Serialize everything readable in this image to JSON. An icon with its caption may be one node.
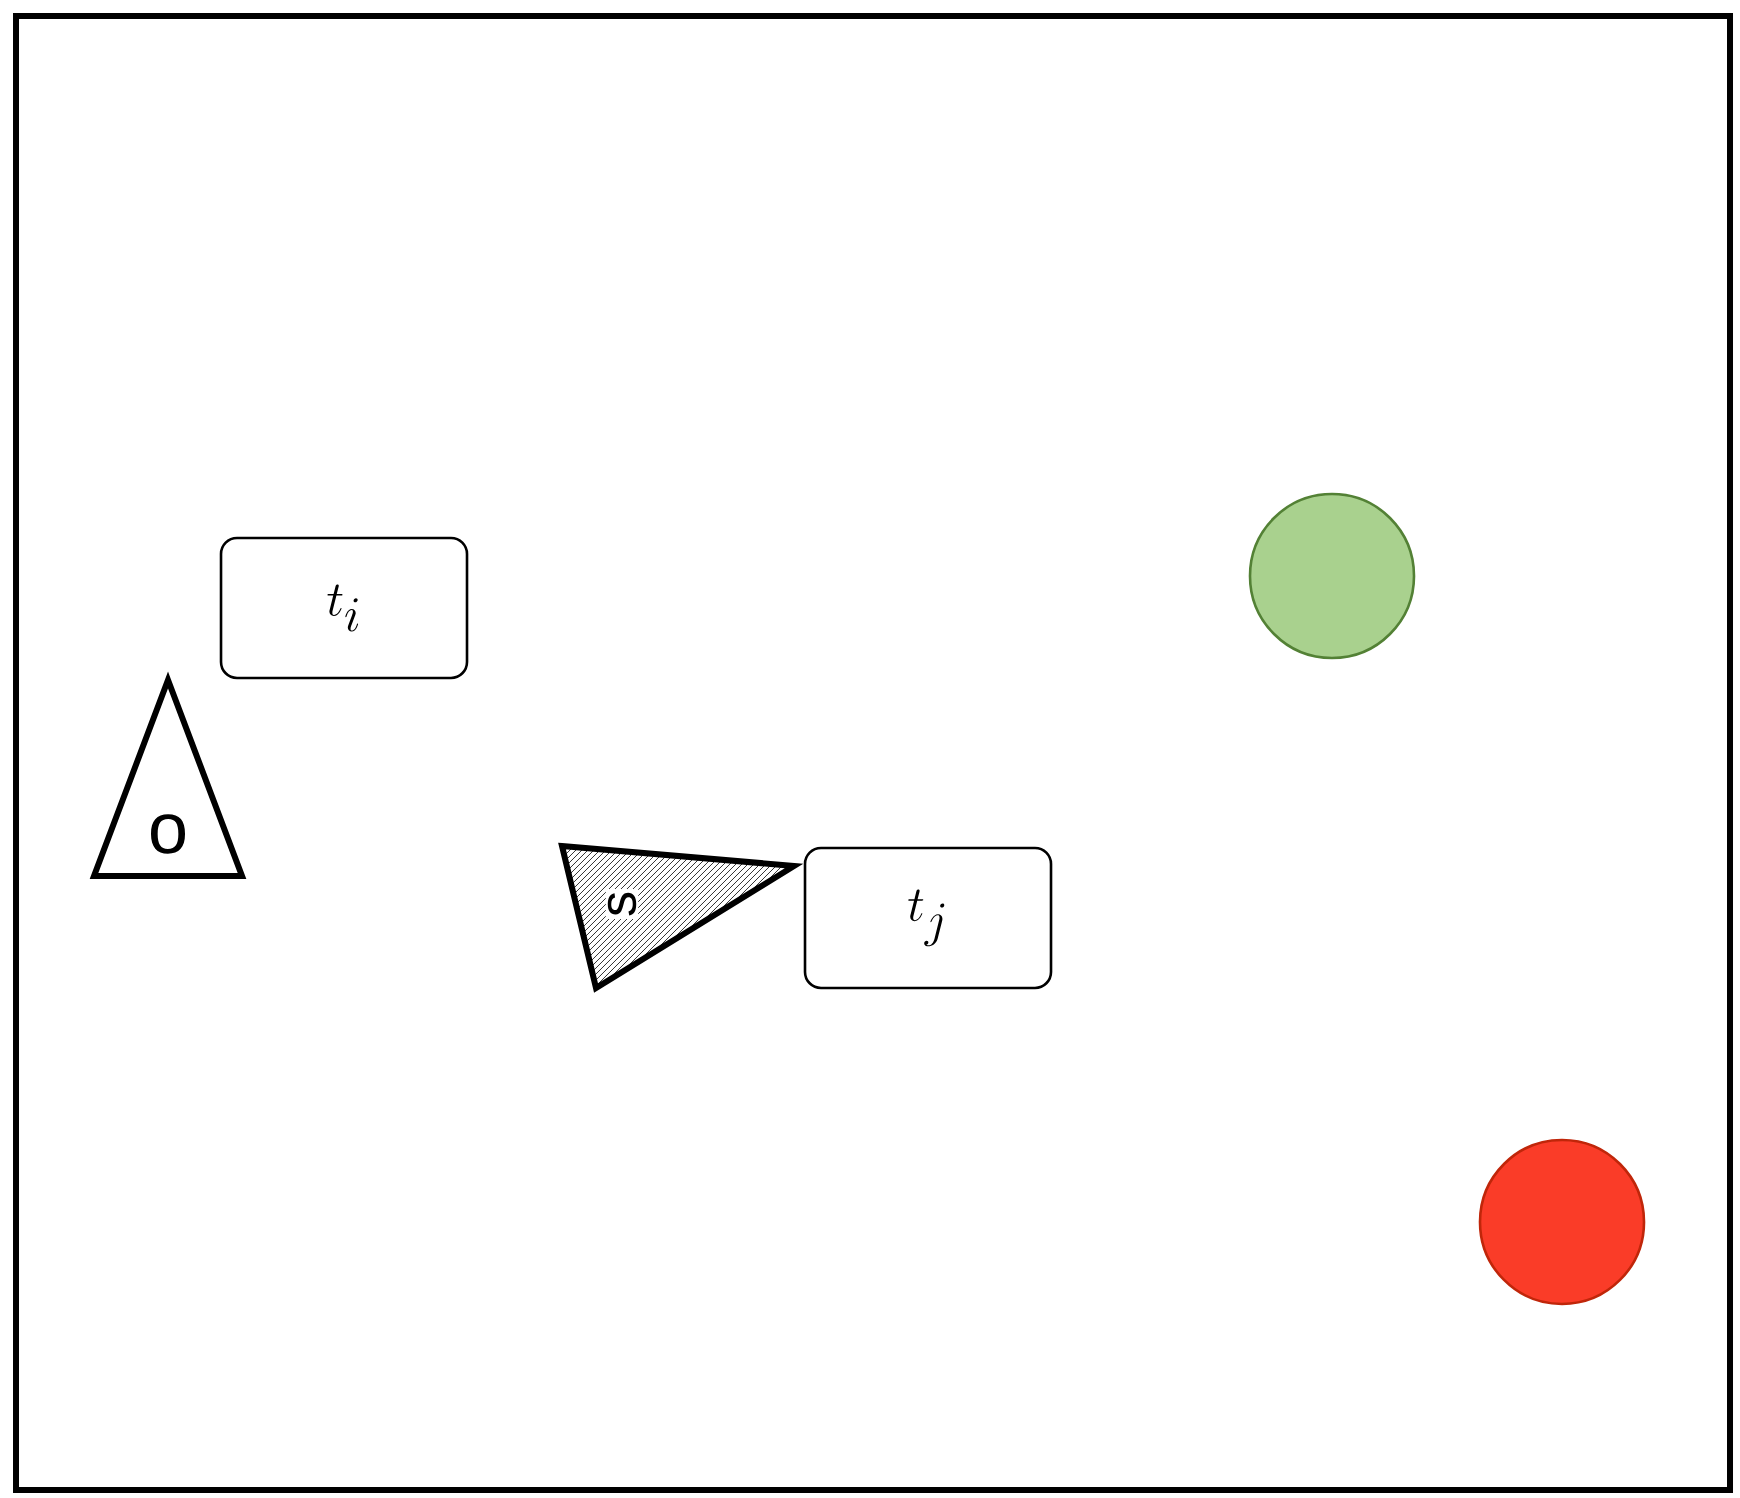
{
  "diagram": {
    "nodes": [
      {
        "text": [
          "t_i"
        ]
      },
      {
        "text": [
          "o"
        ]
      },
      {
        "text": [
          "s"
        ]
      },
      {
        "text": [
          "t_j"
        ]
      },
      {
        "text": [],
        "shape": "circle"
      },
      {
        "text": [],
        "shape": "circle"
      }
    ]
  }
}
